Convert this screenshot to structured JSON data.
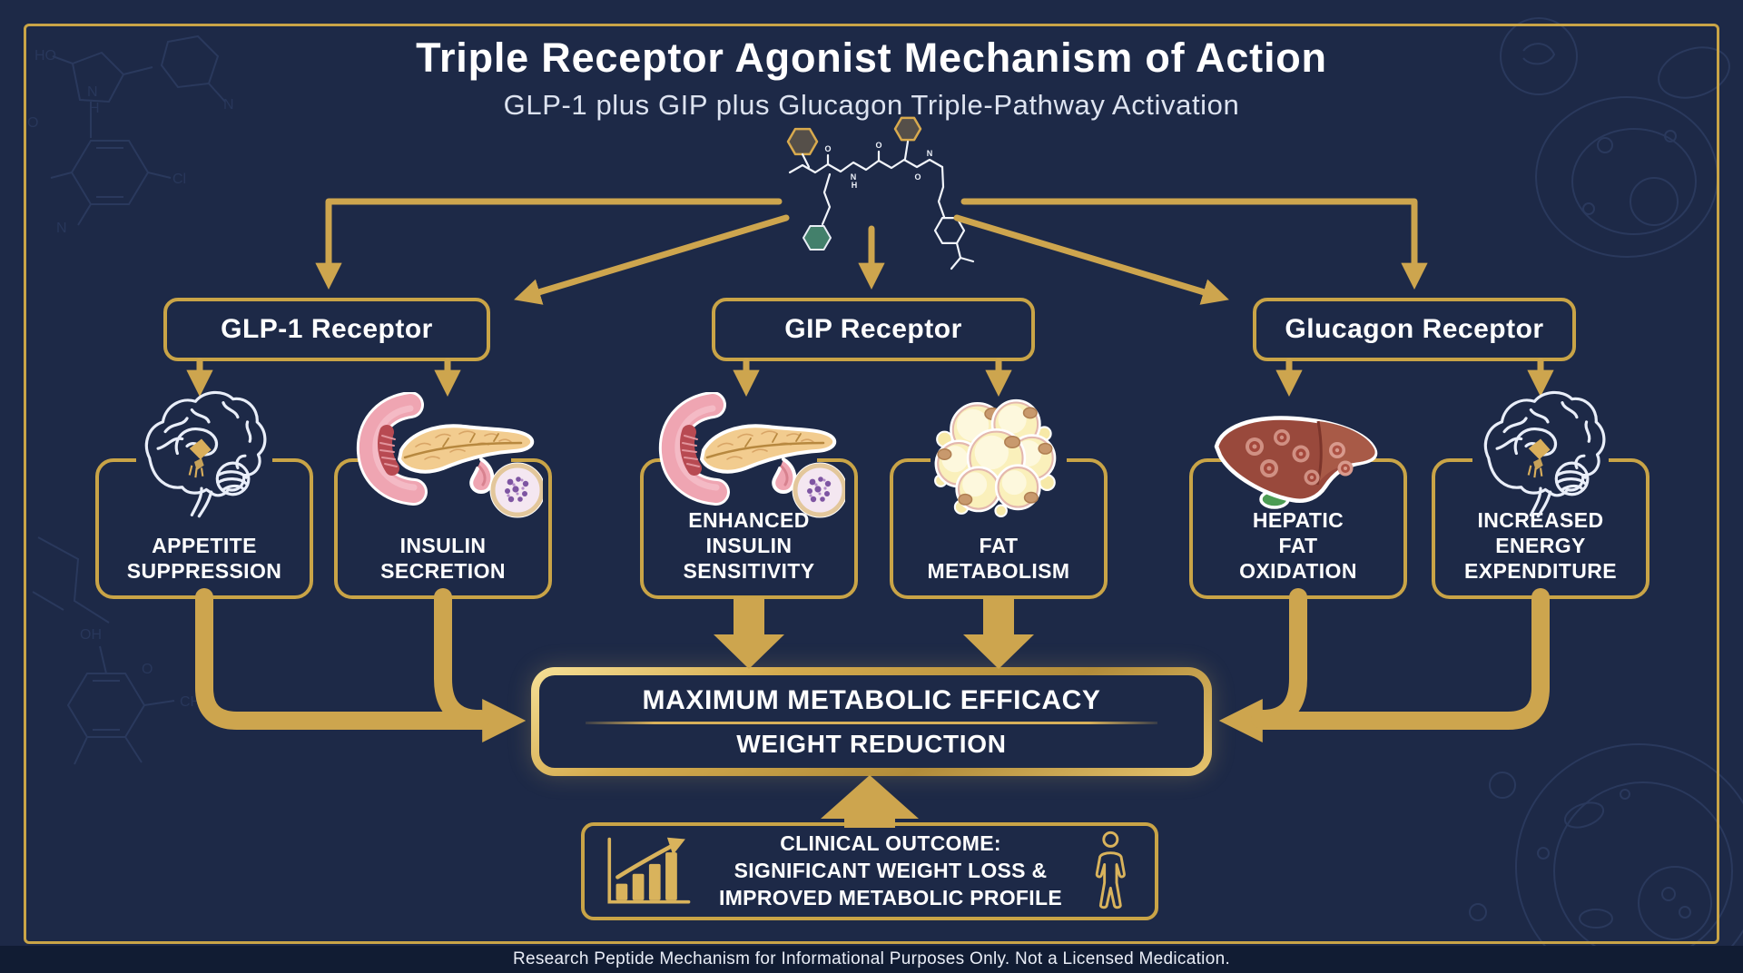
{
  "title": "Triple Receptor Agonist Mechanism of Action",
  "subtitle": "GLP-1 plus GIP plus Glucagon Triple-Pathway Activation",
  "colors": {
    "background": "#1d2947",
    "gold": "#cda54e",
    "border_gold": "#c9a447",
    "text": "#ffffff",
    "footer_band": "#111c33"
  },
  "molecule": {
    "icon": "peptide-molecule-icon"
  },
  "receptors": [
    {
      "label": "GLP-1 Receptor"
    },
    {
      "label": "GIP Receptor"
    },
    {
      "label": "Glucagon Receptor"
    }
  ],
  "outcomes": [
    {
      "organ_icon": "brain-icon",
      "label": "APPETITE\nSUPPRESSION"
    },
    {
      "organ_icon": "pancreas-icon",
      "label": "INSULIN\nSECRETION"
    },
    {
      "organ_icon": "pancreas-icon",
      "label": "ENHANCED\nINSULIN\nSENSITIVITY"
    },
    {
      "organ_icon": "fat-cells-icon",
      "label": "FAT\nMETABOLISM"
    },
    {
      "organ_icon": "liver-icon",
      "label": "HEPATIC\nFAT\nOXIDATION"
    },
    {
      "organ_icon": "brain-icon",
      "label": "INCREASED\nENERGY\nEXPENDITURE"
    }
  ],
  "efficacy": {
    "line1": "MAXIMUM METABOLIC EFFICACY",
    "line2": "WEIGHT REDUCTION"
  },
  "clinical": {
    "line1": "CLINICAL OUTCOME:",
    "line2": "SIGNIFICANT WEIGHT LOSS &",
    "line3": "IMPROVED METABOLIC PROFILE",
    "left_icon": "growth-chart-icon",
    "right_icon": "person-icon"
  },
  "footer": "Research Peptide Mechanism for Informational Purposes Only. Not a Licensed Medication."
}
